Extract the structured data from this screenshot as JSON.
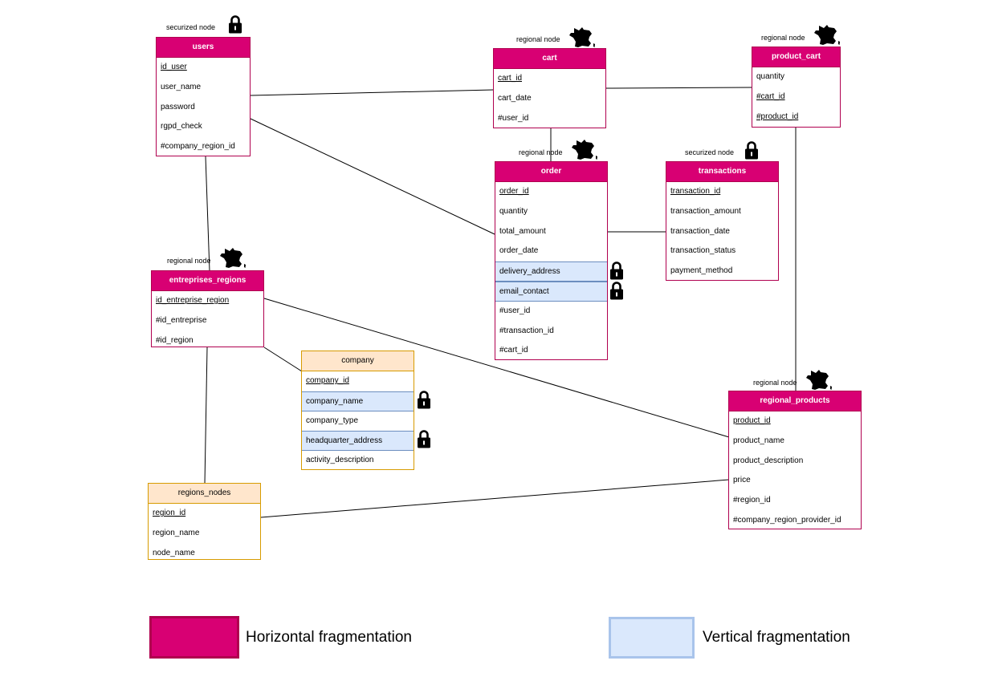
{
  "colors": {
    "horizontal": "#d80073",
    "horizontal_border": "#b0004f",
    "vertical": "#dae8fc",
    "vertical_border": "#6c8ebf",
    "orange_head": "#ffe6cc",
    "orange_border": "#d79b00"
  },
  "entities": {
    "users": {
      "title": "users",
      "rows": [
        "id_user",
        "user_name",
        "password",
        "rgpd_check",
        "#company_region_id"
      ],
      "node_label": "securized node",
      "node_icon": "lock-icon"
    },
    "cart": {
      "title": "cart",
      "rows": [
        "cart_id",
        "cart_date",
        "#user_id"
      ],
      "node_label": "regional node",
      "node_icon": "france-map-icon"
    },
    "product_cart": {
      "title": "product_cart",
      "rows": [
        "quantity",
        "#cart_id",
        "#product_id"
      ],
      "node_label": "regional node",
      "node_icon": "france-map-icon"
    },
    "order": {
      "title": "order",
      "rows": [
        "order_id",
        "quantity",
        "total_amount",
        "order_date",
        "delivery_address",
        "email_contact",
        "#user_id",
        "#transaction_id",
        "#cart_id"
      ],
      "node_label": "regional node",
      "node_icon": "france-map-icon"
    },
    "transactions": {
      "title": "transactions",
      "rows": [
        "transaction_id",
        "transaction_amount",
        "transaction_date",
        "transaction_status",
        "payment_method"
      ],
      "node_label": "securized node",
      "node_icon": "lock-icon"
    },
    "entreprises_regions": {
      "title": "entreprises_regions",
      "rows": [
        "id_entreprise_region",
        "#id_entreprise",
        "#id_region"
      ],
      "node_label": "regional node",
      "node_icon": "france-map-icon"
    },
    "company": {
      "title": "company",
      "rows": [
        "company_id",
        "company_name",
        "company_type",
        "headquarter_address",
        "activity_description"
      ]
    },
    "regions_nodes": {
      "title": "regions_nodes",
      "rows": [
        "region_id",
        "region_name",
        "node_name"
      ]
    },
    "regional_products": {
      "title": "regional_products",
      "rows": [
        "product_id",
        "product_name",
        "product_description",
        "price",
        "#region_id",
        "#company_region_provider_id"
      ],
      "node_label": "regional node",
      "node_icon": "france-map-icon"
    }
  },
  "legend": {
    "horizontal_label": "Horizontal fragmentation",
    "vertical_label": "Vertical fragmentation"
  }
}
